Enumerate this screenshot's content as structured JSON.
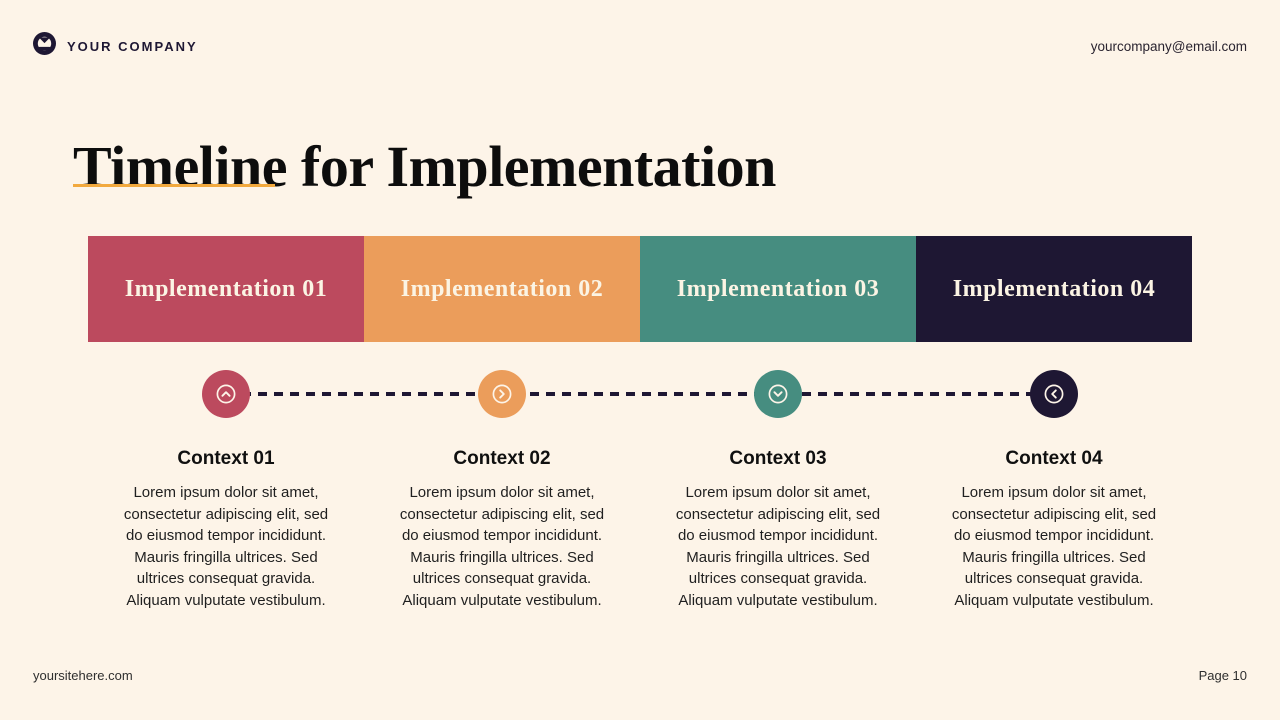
{
  "header": {
    "company": "YOUR COMPANY",
    "email": "yourcompany@email.com"
  },
  "title": "Timeline for Implementation",
  "colors": {
    "background": "#fdf4e8",
    "underline": "#f2a93e",
    "crimson": "#bc4a5e",
    "orange": "#eb9d5b",
    "teal": "#468d80",
    "navy": "#1e1733",
    "bar_text": "#fbf4e4",
    "dash": "#1e1733"
  },
  "phases": [
    {
      "label": "Implementation 01",
      "color": "#bc4a5e",
      "icon": "chevron-up-circle-icon"
    },
    {
      "label": "Implementation 02",
      "color": "#eb9d5b",
      "icon": "chevron-right-circle-icon"
    },
    {
      "label": "Implementation 03",
      "color": "#468d80",
      "icon": "chevron-down-circle-icon"
    },
    {
      "label": "Implementation 04",
      "color": "#1e1733",
      "icon": "chevron-left-circle-icon"
    }
  ],
  "contexts": [
    {
      "heading": "Context 01",
      "body": "Lorem ipsum dolor sit amet, consectetur adipiscing elit, sed do eiusmod tempor incididunt. Mauris fringilla ultrices. Sed ultrices consequat gravida. Aliquam vulputate vestibulum."
    },
    {
      "heading": "Context 02",
      "body": "Lorem ipsum dolor sit amet, consectetur adipiscing elit, sed do eiusmod tempor incididunt. Mauris fringilla ultrices. Sed ultrices consequat gravida. Aliquam vulputate vestibulum."
    },
    {
      "heading": "Context 03",
      "body": "Lorem ipsum dolor sit amet, consectetur adipiscing elit, sed do eiusmod tempor incididunt. Mauris fringilla ultrices. Sed ultrices consequat gravida. Aliquam vulputate vestibulum."
    },
    {
      "heading": "Context 04",
      "body": "Lorem ipsum dolor sit amet, consectetur adipiscing elit, sed do eiusmod tempor incididunt. Mauris fringilla ultrices. Sed ultrices consequat gravida. Aliquam vulputate vestibulum."
    }
  ],
  "footer": {
    "website": "yoursitehere.com",
    "page": "Page 10"
  }
}
